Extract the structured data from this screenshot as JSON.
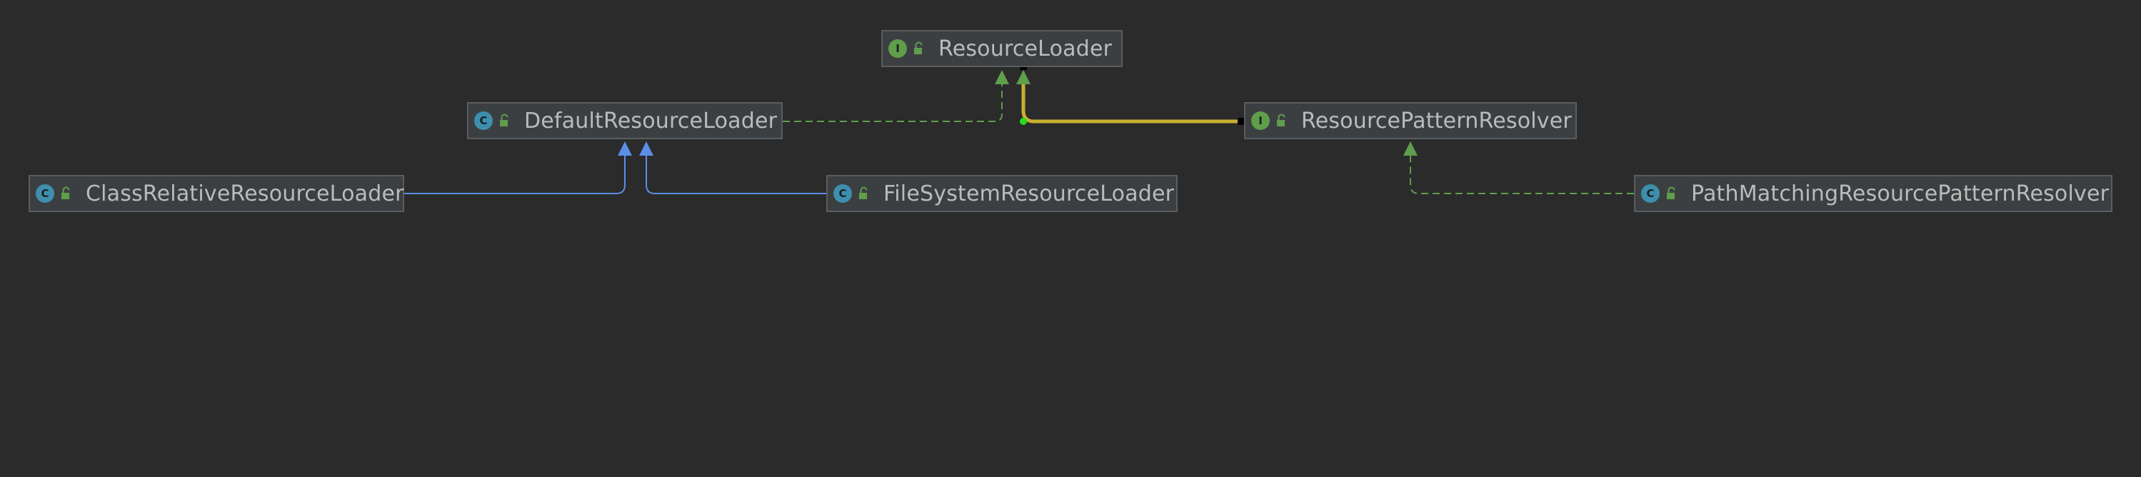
{
  "colors": {
    "background": "#2b2b2b",
    "node_fill": "#3c3f41",
    "node_border": "#5a5d60",
    "text": "#bbbbbb",
    "interface_badge": "#5f9e4b",
    "class_badge": "#3d8fad",
    "extends_edge": "#5b8ee6",
    "implements_edge": "#5f9e4b",
    "highlight_edge": "#c9b030",
    "marker_black": "#000000",
    "marker_green": "#22dd22"
  },
  "nodes": {
    "resource_loader": {
      "label": "ResourceLoader",
      "kind": "interface",
      "badge": "I"
    },
    "default_resource_loader": {
      "label": "DefaultResourceLoader",
      "kind": "class",
      "badge": "C"
    },
    "resource_pattern_resolver": {
      "label": "ResourcePatternResolver",
      "kind": "interface",
      "badge": "I"
    },
    "class_relative_resource_loader": {
      "label": "ClassRelativeResourceLoader",
      "kind": "class",
      "badge": "C"
    },
    "file_system_resource_loader": {
      "label": "FileSystemResourceLoader",
      "kind": "class",
      "badge": "C"
    },
    "path_matching_resource_pattern_resolver": {
      "label": "PathMatchingResourcePatternResolver",
      "kind": "class",
      "badge": "C"
    }
  },
  "edges": [
    {
      "from": "default_resource_loader",
      "to": "resource_loader",
      "type": "implements"
    },
    {
      "from": "resource_pattern_resolver",
      "to": "resource_loader",
      "type": "extends-interface",
      "selected": true
    },
    {
      "from": "class_relative_resource_loader",
      "to": "default_resource_loader",
      "type": "extends"
    },
    {
      "from": "file_system_resource_loader",
      "to": "default_resource_loader",
      "type": "extends"
    },
    {
      "from": "path_matching_resource_pattern_resolver",
      "to": "resource_pattern_resolver",
      "type": "implements"
    }
  ]
}
